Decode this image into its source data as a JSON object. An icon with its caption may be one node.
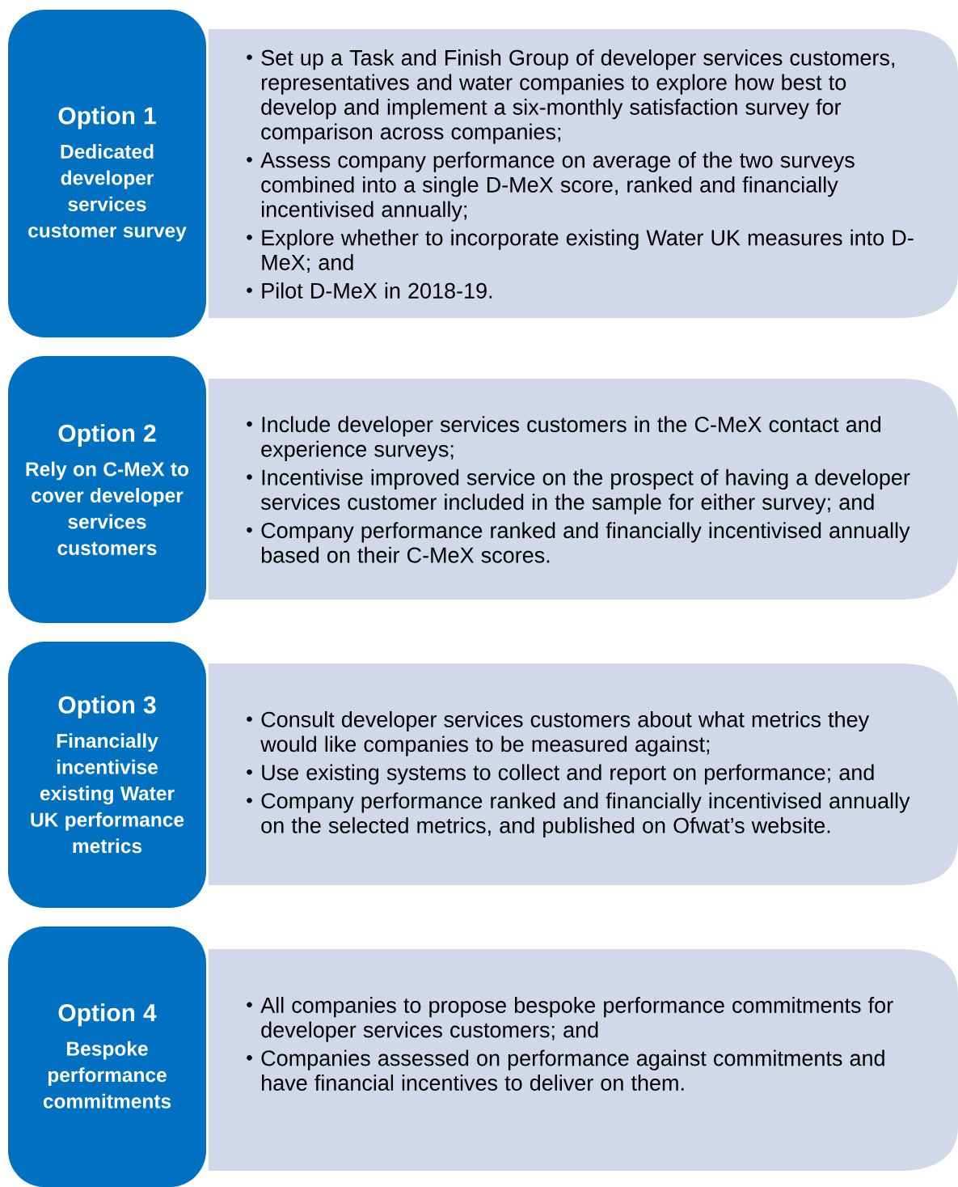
{
  "diagram": {
    "nodes": [
      {
        "text": [
          "Option 1",
          "Dedicated developer services customer survey"
        ]
      },
      {
        "text": [
          "Set up a Task and Finish Group of developer services customers, representatives and water companies to explore how best to develop and implement a six-monthly satisfaction survey for comparison across companies;",
          "Assess company performance on average of the two surveys combined into a single D-MeX score, ranked and financially incentivised annually;",
          "Explore whether to incorporate existing Water UK measures into D-MeX; and",
          "Pilot D-MeX in 2018-19."
        ]
      },
      {
        "text": [
          "Option 2",
          "Rely on C-MeX to cover developer services customers"
        ]
      },
      {
        "text": [
          "Include developer services customers in the C-MeX contact and experience surveys;",
          "Incentivise improved service on the prospect of having a developer services customer included in the sample for either survey; and",
          "Company performance ranked and financially incentivised annually based on their C-MeX scores."
        ]
      },
      {
        "text": [
          "Option 3",
          "Financially incentivise existing Water UK performance metrics"
        ]
      },
      {
        "text": [
          "Consult developer services customers about what metrics they would like companies to be measured against;",
          "Use existing systems to collect and report on performance; and",
          "Company performance ranked and financially incentivised annually on the selected metrics, and published on Ofwat’s website."
        ]
      },
      {
        "text": [
          "Option 4",
          "Bespoke performance commitments"
        ]
      },
      {
        "text": [
          "All companies to propose bespoke performance commitments for developer services customers; and",
          "Companies assessed on performance against commitments and have financial incentives to deliver on them."
        ]
      }
    ]
  }
}
